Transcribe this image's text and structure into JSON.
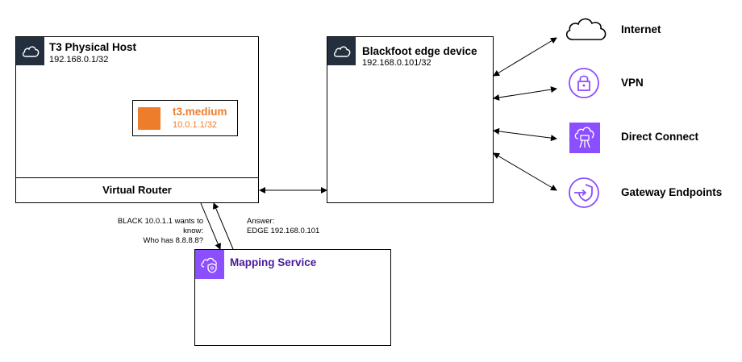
{
  "host": {
    "title": "T3 Physical Host",
    "ip": "192.168.0.1/32"
  },
  "instance": {
    "title": "t3.medium",
    "ip": "10.0.1.1/32"
  },
  "router": {
    "label": "Virtual Router"
  },
  "edge": {
    "title": "Blackfoot edge device",
    "ip": "192.168.0.101/32"
  },
  "mapping": {
    "title": "Mapping Service"
  },
  "query": {
    "line1": "BLACK 10.0.1.1 wants to know:",
    "line2": "Who has 8.8.8.8?"
  },
  "answer": {
    "line1": "Answer:",
    "line2": "EDGE 192.168.0.101"
  },
  "destinations": {
    "internet": "Internet",
    "vpn": "VPN",
    "direct_connect": "Direct Connect",
    "gateway_endpoints": "Gateway Endpoints"
  },
  "colors": {
    "aws_dark": "#232f3e",
    "ec2_orange": "#ed7d2b",
    "purple": "#8c4fff",
    "mapping_title": "#4a1a9c"
  }
}
